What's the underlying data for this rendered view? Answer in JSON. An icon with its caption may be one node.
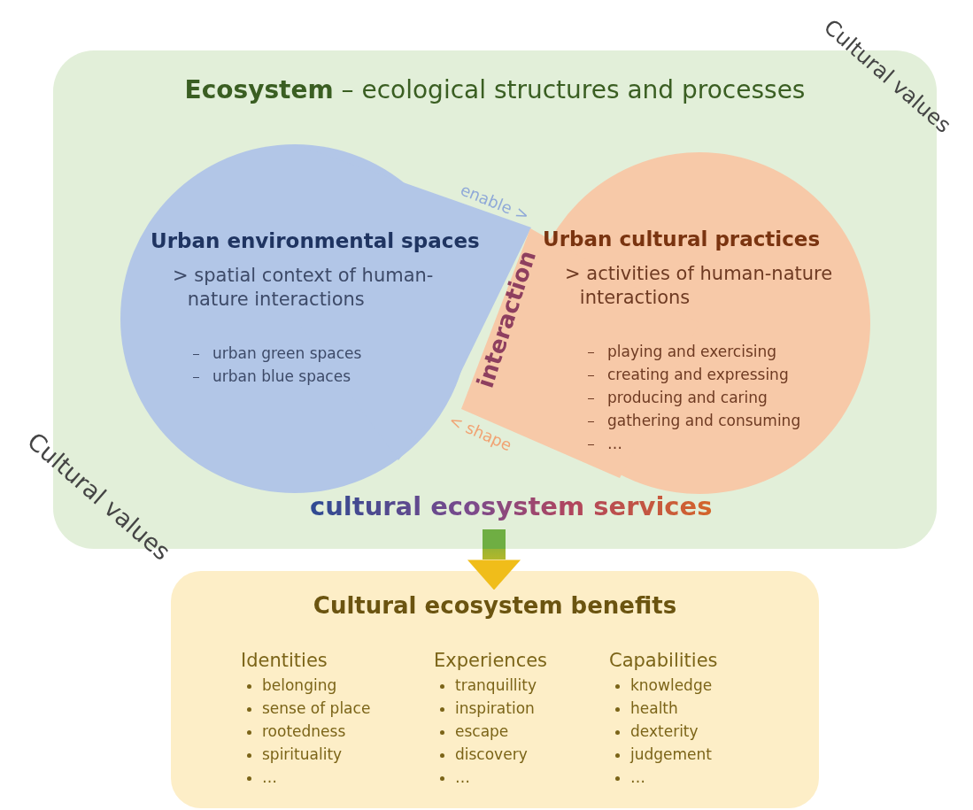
{
  "diagram": {
    "nodes": [
      {
        "text": [
          "**Ecosystem** – ecological structures and processes"
        ]
      },
      {
        "text": [
          "Urban environmental spaces",
          "> spatial context of human-nature interactions",
          "urban green spaces",
          "urban blue spaces"
        ],
        "in": 0
      },
      {
        "text": [
          "Urban cultural practices",
          "> activities of human-nature interactions",
          "playing and exercising",
          "creating and expressing",
          "producing and caring",
          "gathering and consuming",
          "…"
        ],
        "in": 0
      },
      {
        "text": [
          "Cultural ecosystem benefits",
          "Identities",
          "belonging",
          "sense of place",
          "rootedness",
          "spirituality",
          "…",
          "Experiences",
          "tranquillity",
          "inspiration",
          "escape",
          "discovery",
          "…",
          "Capabilities",
          "knowledge",
          "health",
          "dexterity",
          "judgement",
          "…"
        ]
      }
    ],
    "edges": [
      {
        "from": 0,
        "to": 3,
        "arrow": "to",
        "style": "thick"
      }
    ],
    "labels": [
      "Cultural values",
      "enable >",
      "interaction",
      "< shape",
      "cultural ecosystem services",
      "Cultural values"
    ]
  }
}
